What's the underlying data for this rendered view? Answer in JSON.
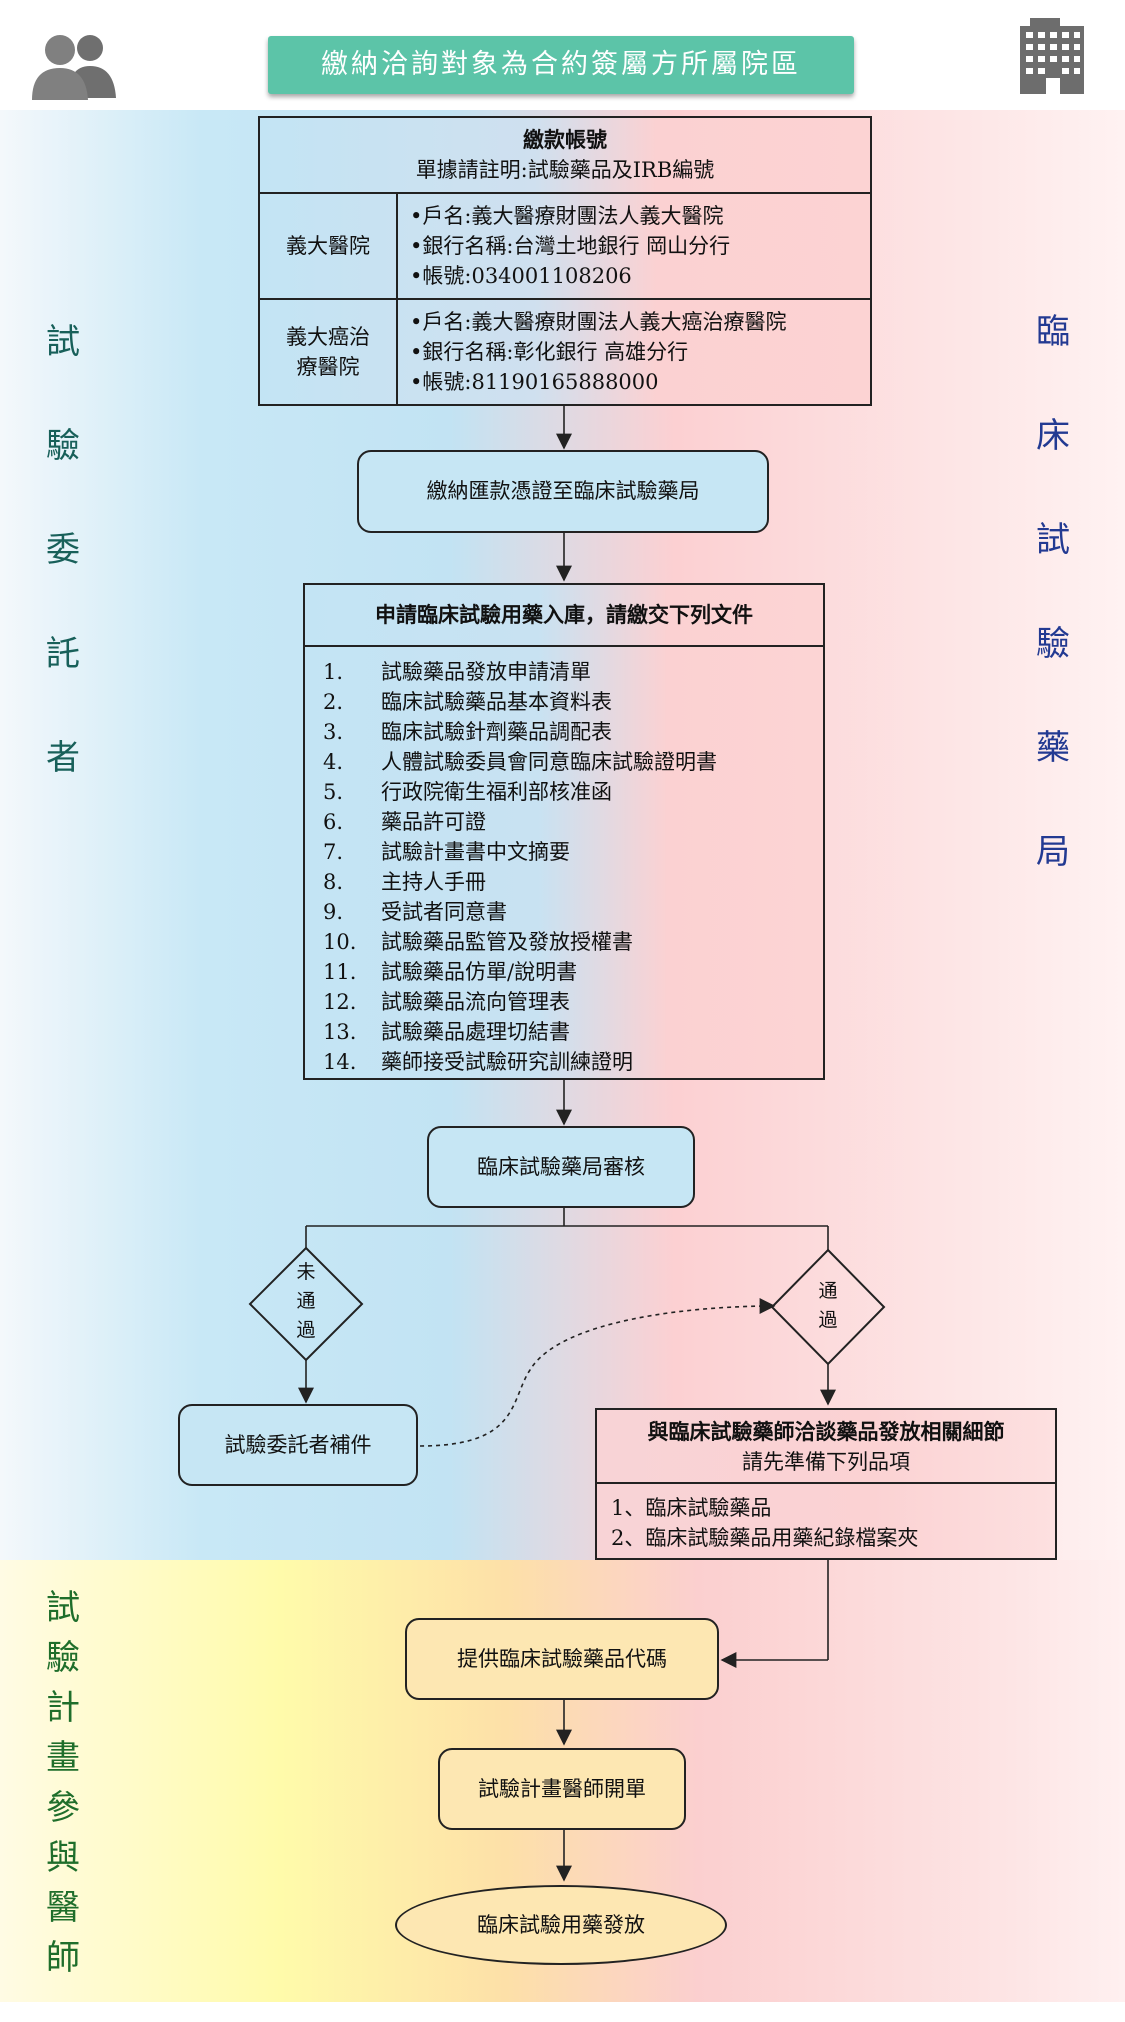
{
  "header": {
    "title": "繳納洽詢對象為合約簽屬方所屬院區",
    "left_icon": "people-icon",
    "right_icon": "building-icon"
  },
  "lanes": {
    "left": [
      "試",
      "驗",
      "委",
      "託",
      "者"
    ],
    "right": [
      "臨",
      "床",
      "試",
      "驗",
      "藥",
      "局"
    ],
    "bottom": [
      "試",
      "驗",
      "計",
      "畫",
      "參",
      "與",
      "醫",
      "師"
    ]
  },
  "account_table": {
    "title": "繳款帳號",
    "subtitle": "單據請註明:試驗藥品及IRB編號",
    "rows": [
      {
        "name": "義大醫院",
        "lines": [
          "•戶名:義大醫療財團法人義大醫院",
          "•銀行名稱:台灣土地銀行 岡山分行",
          "•帳號:034001108206"
        ]
      },
      {
        "name": "義大癌治療醫院",
        "lines": [
          "•戶名:義大醫療財團法人義大癌治療醫院",
          "•銀行名稱:彰化銀行 高雄分行",
          "•帳號:81190165888000"
        ]
      }
    ]
  },
  "step_voucher": "繳納匯款憑證至臨床試驗藥局",
  "documents": {
    "title": "申請臨床試驗用藥入庫，請繳交下列文件",
    "items": [
      {
        "num": "1.",
        "text": "試驗藥品發放申請清單"
      },
      {
        "num": "2.",
        "text": "臨床試驗藥品基本資料表"
      },
      {
        "num": "3.",
        "text": "臨床試驗針劑藥品調配表"
      },
      {
        "num": "4.",
        "text": "人體試驗委員會同意臨床試驗證明書"
      },
      {
        "num": "5.",
        "text": "行政院衛生福利部核准函"
      },
      {
        "num": "6.",
        "text": "藥品許可證"
      },
      {
        "num": "7.",
        "text": "試驗計畫書中文摘要"
      },
      {
        "num": "8.",
        "text": "主持人手冊"
      },
      {
        "num": "9.",
        "text": "受試者同意書"
      },
      {
        "num": "10.",
        "text": "試驗藥品監管及發放授權書"
      },
      {
        "num": "11.",
        "text": "試驗藥品仿單/說明書"
      },
      {
        "num": "12.",
        "text": "試驗藥品流向管理表"
      },
      {
        "num": "13.",
        "text": "試驗藥品處理切結書"
      },
      {
        "num": "14.",
        "text": "藥師接受試驗研究訓練證明"
      }
    ]
  },
  "step_review": "臨床試驗藥局審核",
  "decision_fail": [
    "未",
    "通",
    "過"
  ],
  "decision_pass": [
    "通",
    "過"
  ],
  "step_supplement": "試驗委託者補件",
  "prep": {
    "title": "與臨床試驗藥師洽談藥品發放相關細節",
    "subtitle": "請先準備下列品項",
    "items": [
      "1、臨床試驗藥品",
      "2、臨床試驗藥品用藥紀錄檔案夾"
    ]
  },
  "step_code": "提供臨床試驗藥品代碼",
  "step_order": "試驗計畫醫師開單",
  "step_dispense": "臨床試驗用藥發放"
}
